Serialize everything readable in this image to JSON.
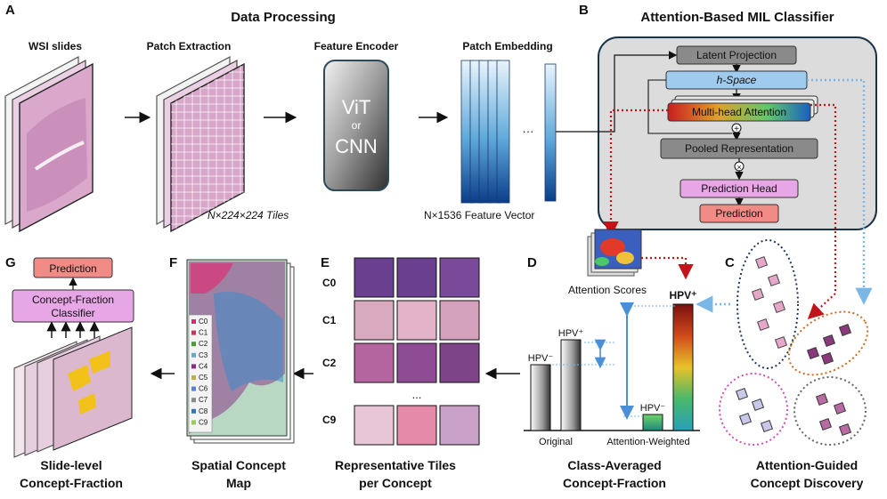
{
  "panel_letters": {
    "a": "A",
    "b": "B",
    "c": "C",
    "d": "D",
    "e": "E",
    "f": "F",
    "g": "G"
  },
  "a": {
    "title": "Data Processing",
    "wsi": "WSI slides",
    "patch": "Patch Extraction",
    "encoder": "Feature Encoder",
    "embedding": "Patch Embedding",
    "vit": "ViT",
    "or": "or",
    "cnn": "CNN",
    "tiles": "N×224×224 Tiles",
    "feature": "N×1536 Feature Vector",
    "dots": "···"
  },
  "b": {
    "title": "Attention-Based MIL Classifier",
    "latent": "Latent Projection",
    "hspace": "h-Space",
    "mha": "Multi-head Attention",
    "pooled": "Pooled Representation",
    "pred_head": "Prediction Head",
    "prediction": "Prediction",
    "attention_scores": "Attention Scores"
  },
  "c": {
    "caption_l1": "Attention-Guided",
    "caption_l2": "Concept Discovery"
  },
  "d": {
    "caption_l1": "Class-Averaged",
    "caption_l2": "Concept-Fraction",
    "hpv_neg": "HPV⁻",
    "hpv_pos": "HPV⁺",
    "x_original": "Original",
    "x_weighted": "Attention-Weighted"
  },
  "e": {
    "rows": [
      "C0",
      "C1",
      "C2",
      "C9"
    ],
    "ellipsis": "...",
    "caption_l1": "Representative Tiles",
    "caption_l2": "per Concept"
  },
  "f": {
    "legend": [
      "C0",
      "C1",
      "C2",
      "C3",
      "C4",
      "C5",
      "C6",
      "C7",
      "C8",
      "C9"
    ],
    "legend_colors": [
      "#e8246e",
      "#d3305c",
      "#4c9a3a",
      "#6aa7c8",
      "#8b2d8b",
      "#b9b24a",
      "#5b7fd1",
      "#8a8a8a",
      "#2d78b8",
      "#9bcc54"
    ],
    "caption_l1": "Spatial Concept",
    "caption_l2": "Map"
  },
  "g": {
    "prediction": "Prediction",
    "classifier_l1": "Concept-Fraction",
    "classifier_l2": "Classifier",
    "caption_l1": "Slide-level",
    "caption_l2": "Concept-Fraction"
  }
}
